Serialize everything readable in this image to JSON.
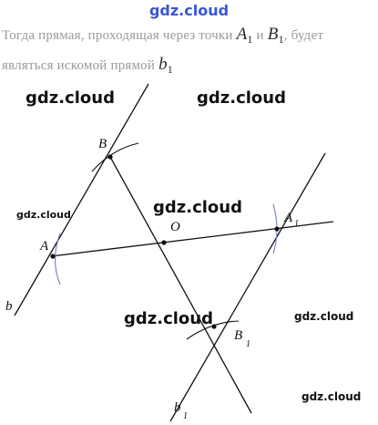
{
  "watermark_top": "gdz.cloud",
  "text": {
    "line1": {
      "prefix": "Тогда прямая, проходящая через точки ",
      "a": "A",
      "a_sub": "1",
      "mid": " и ",
      "b": "B",
      "b_sub": "1",
      "suffix": ", будет"
    },
    "line2": {
      "prefix": "являться искомой прямой ",
      "b": "b",
      "b_sub": "1"
    }
  },
  "watermarks": {
    "w1": "gdz.cloud",
    "w2": "gdz.cloud",
    "w3": "gdz.cloud",
    "w4": "gdz.cloud",
    "w5": "gdz.cloud",
    "w6": "gdz.cloud",
    "w7": "gdz.cloud"
  },
  "figure": {
    "point_B": "B",
    "point_A": "A",
    "point_O": "O",
    "point_A1": "A",
    "point_A1_sub": "1",
    "point_B1": "B",
    "point_B1_sub": "1",
    "line_b": "b",
    "line_b1": "b",
    "line_b1_sub": "1"
  }
}
